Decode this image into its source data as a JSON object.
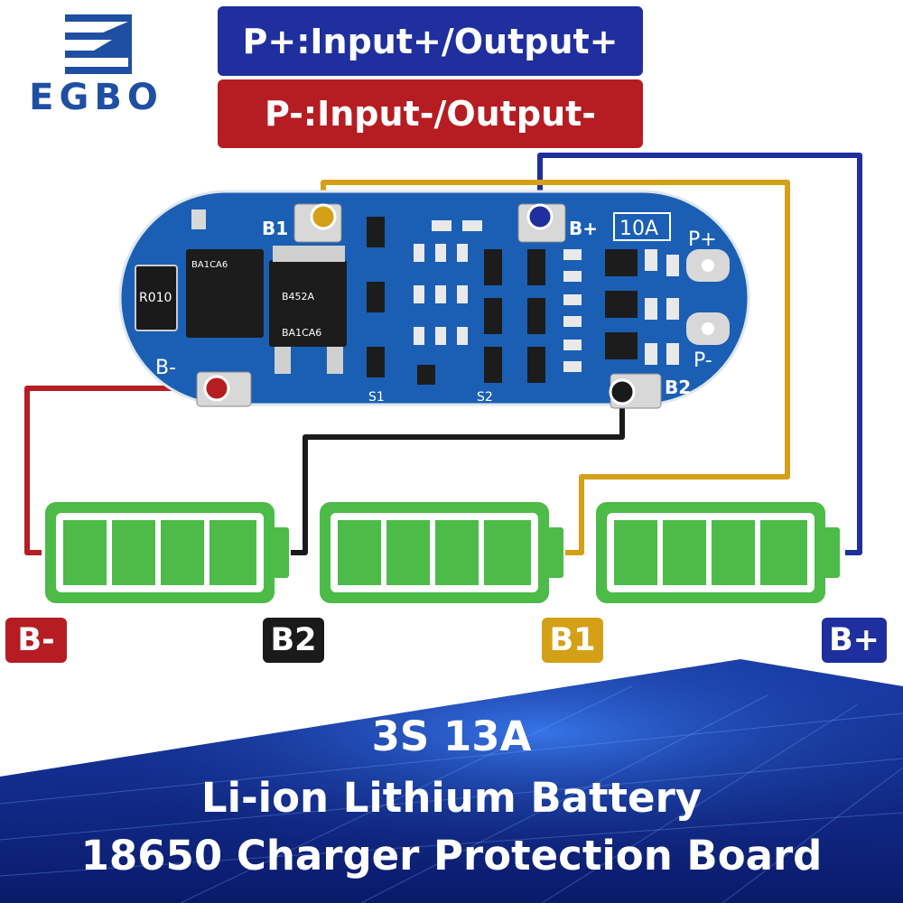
{
  "brand": {
    "name": "EGBO",
    "color": "#1e4fa3"
  },
  "header_labels": {
    "p_plus": {
      "text": "P+:Input+/Output+",
      "color": "#1f2f9e"
    },
    "p_minus": {
      "text": "P-:Input-/Output-",
      "color": "#b51d22"
    }
  },
  "board": {
    "labels": {
      "b1": "B1",
      "bplus": "B+",
      "rating": "10A",
      "pplus": "P+",
      "pminus": "P-",
      "bminus": "B-",
      "b2": "B2",
      "s1": "S1",
      "s2": "S2",
      "resistor": "R010",
      "mosfet1": "BA1CA6",
      "mosfet2": "B452A",
      "mosfet3": "BA1CA6"
    },
    "pcb_color": "#1a5fb4"
  },
  "wires": {
    "red": "#b51d22",
    "black": "#1a1a1a",
    "gold": "#d4a017",
    "blue": "#1f2f9e"
  },
  "batteries": {
    "count": 3,
    "color": "#4cbb48",
    "cells_per_battery": 4
  },
  "tags": {
    "bminus": {
      "text": "B-",
      "color": "#b51d22"
    },
    "b2": {
      "text": "B2",
      "color": "#1a1a1a"
    },
    "b1": {
      "text": "B1",
      "color": "#d4a017"
    },
    "bplus": {
      "text": "B+",
      "color": "#1f2f9e"
    }
  },
  "title_lines": {
    "line1": "3S 13A",
    "line2": "Li-ion Lithium Battery",
    "line3": "18650 Charger Protection Board"
  }
}
